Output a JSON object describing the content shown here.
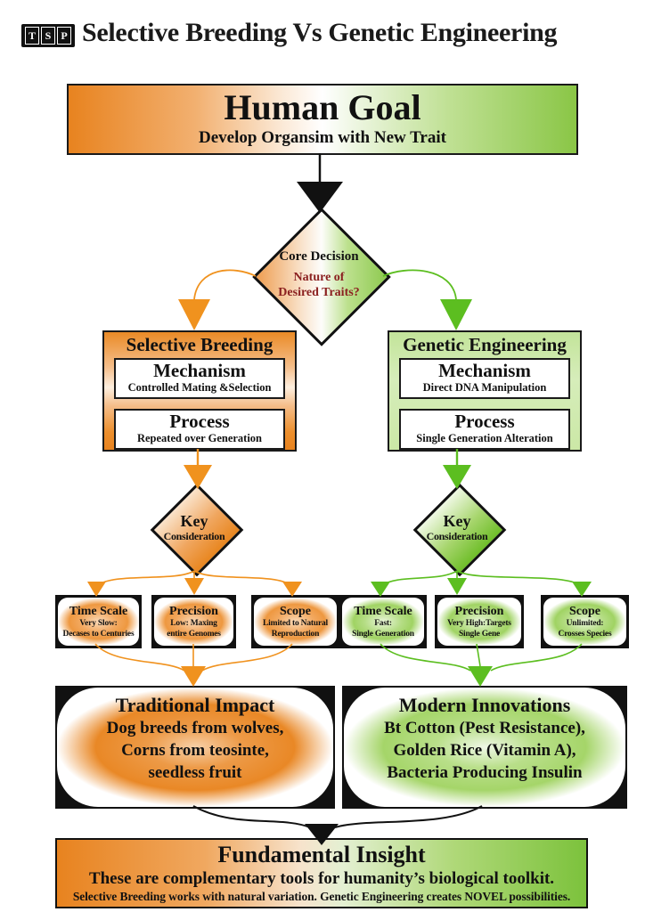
{
  "header": {
    "logo_letters": [
      "T",
      "S",
      "P"
    ],
    "title": "Selective Breeding Vs Genetic Engineering"
  },
  "human_goal": {
    "title": "Human Goal",
    "subtitle": "Develop Organsim with New Trait"
  },
  "core_decision": {
    "title": "Core Decision",
    "line1": "Nature of",
    "line2": "Desired Traits?"
  },
  "selective": {
    "title": "Selective Breeding",
    "mechanism_label": "Mechanism",
    "mechanism_detail": "Controlled Mating &Selection",
    "process_label": "Process",
    "process_detail": "Repeated over Generation",
    "key_line1": "Key",
    "key_line2": "Consideration",
    "factors": [
      {
        "title": "Time Scale",
        "line1": "Very Slow:",
        "line2": "Decases to Centuries"
      },
      {
        "title": "Precision",
        "line1": "Low: Maxing",
        "line2": "entire Genomes"
      },
      {
        "title": "Scope",
        "line1": "Limited to Natural",
        "line2": "Reproduction"
      }
    ],
    "impact_title": "Traditional Impact",
    "impact_lines": [
      "Dog breeds from wolves,",
      "Corns from teosinte,",
      "seedless fruit"
    ]
  },
  "genetic": {
    "title": "Genetic Engineering",
    "mechanism_label": "Mechanism",
    "mechanism_detail": "Direct DNA Manipulation",
    "process_label": "Process",
    "process_detail": "Single Generation Alteration",
    "key_line1": "Key",
    "key_line2": "Consideration",
    "factors": [
      {
        "title": "Time Scale",
        "line1": "Fast:",
        "line2": "Single Generation"
      },
      {
        "title": "Precision",
        "line1": "Very High:Targets",
        "line2": "Single Gene"
      },
      {
        "title": "Scope",
        "line1": "Unlimited:",
        "line2": "Crosses Species"
      }
    ],
    "impact_title": "Modern Innovations",
    "impact_lines": [
      "Bt Cotton (Pest Resistance),",
      "Golden Rice (Vitamin A),",
      "Bacteria Producing Insulin"
    ]
  },
  "fundamental_insight": {
    "title": "Fundamental Insight",
    "line1": "These are complementary tools for humanity’s biological toolkit.",
    "line2": "Selective Breeding works with natural variation. Genetic Engineering creates NOVEL possibilities."
  },
  "colors": {
    "orange_arrow": "#F0921E",
    "green_arrow": "#5CBE20",
    "orange_box": "#E8831F",
    "green_box": "#8AC646",
    "light_green_box": "#C9E7A2",
    "question_red": "#8B2020",
    "black": "#111111"
  }
}
